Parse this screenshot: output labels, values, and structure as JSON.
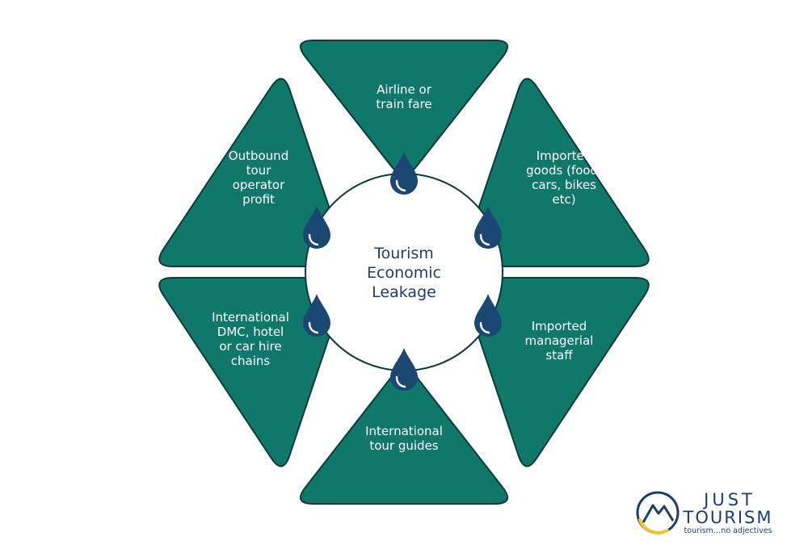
{
  "center": {
    "lines": [
      "Tourism",
      "Economic",
      "Leakage"
    ]
  },
  "segments": [
    {
      "lines": [
        "Airline or",
        "train fare"
      ]
    },
    {
      "lines": [
        "Imported",
        "goods (food,",
        "cars, bikes",
        "etc)"
      ]
    },
    {
      "lines": [
        "Imported",
        "managerial",
        "staff"
      ]
    },
    {
      "lines": [
        "International",
        "tour guides"
      ]
    },
    {
      "lines": [
        "International",
        "DMC,  hotel",
        "or car hire",
        "chains"
      ]
    },
    {
      "lines": [
        "Outbound",
        "tour",
        "operator",
        "profit"
      ]
    }
  ],
  "logo": {
    "line1": "JUST",
    "line2": "TOURISM",
    "tagline": "tourism…no adjectives"
  },
  "colors": {
    "segment_fill": "#10786a",
    "segment_stroke": "#0c3b38",
    "drop_fill": "#1b4872",
    "center_text": "#1b3f6b",
    "logo_accent": "#f3c22d"
  },
  "icons": {
    "drop": "water-drop-icon",
    "logo": "mountain-sun-logo-icon"
  }
}
